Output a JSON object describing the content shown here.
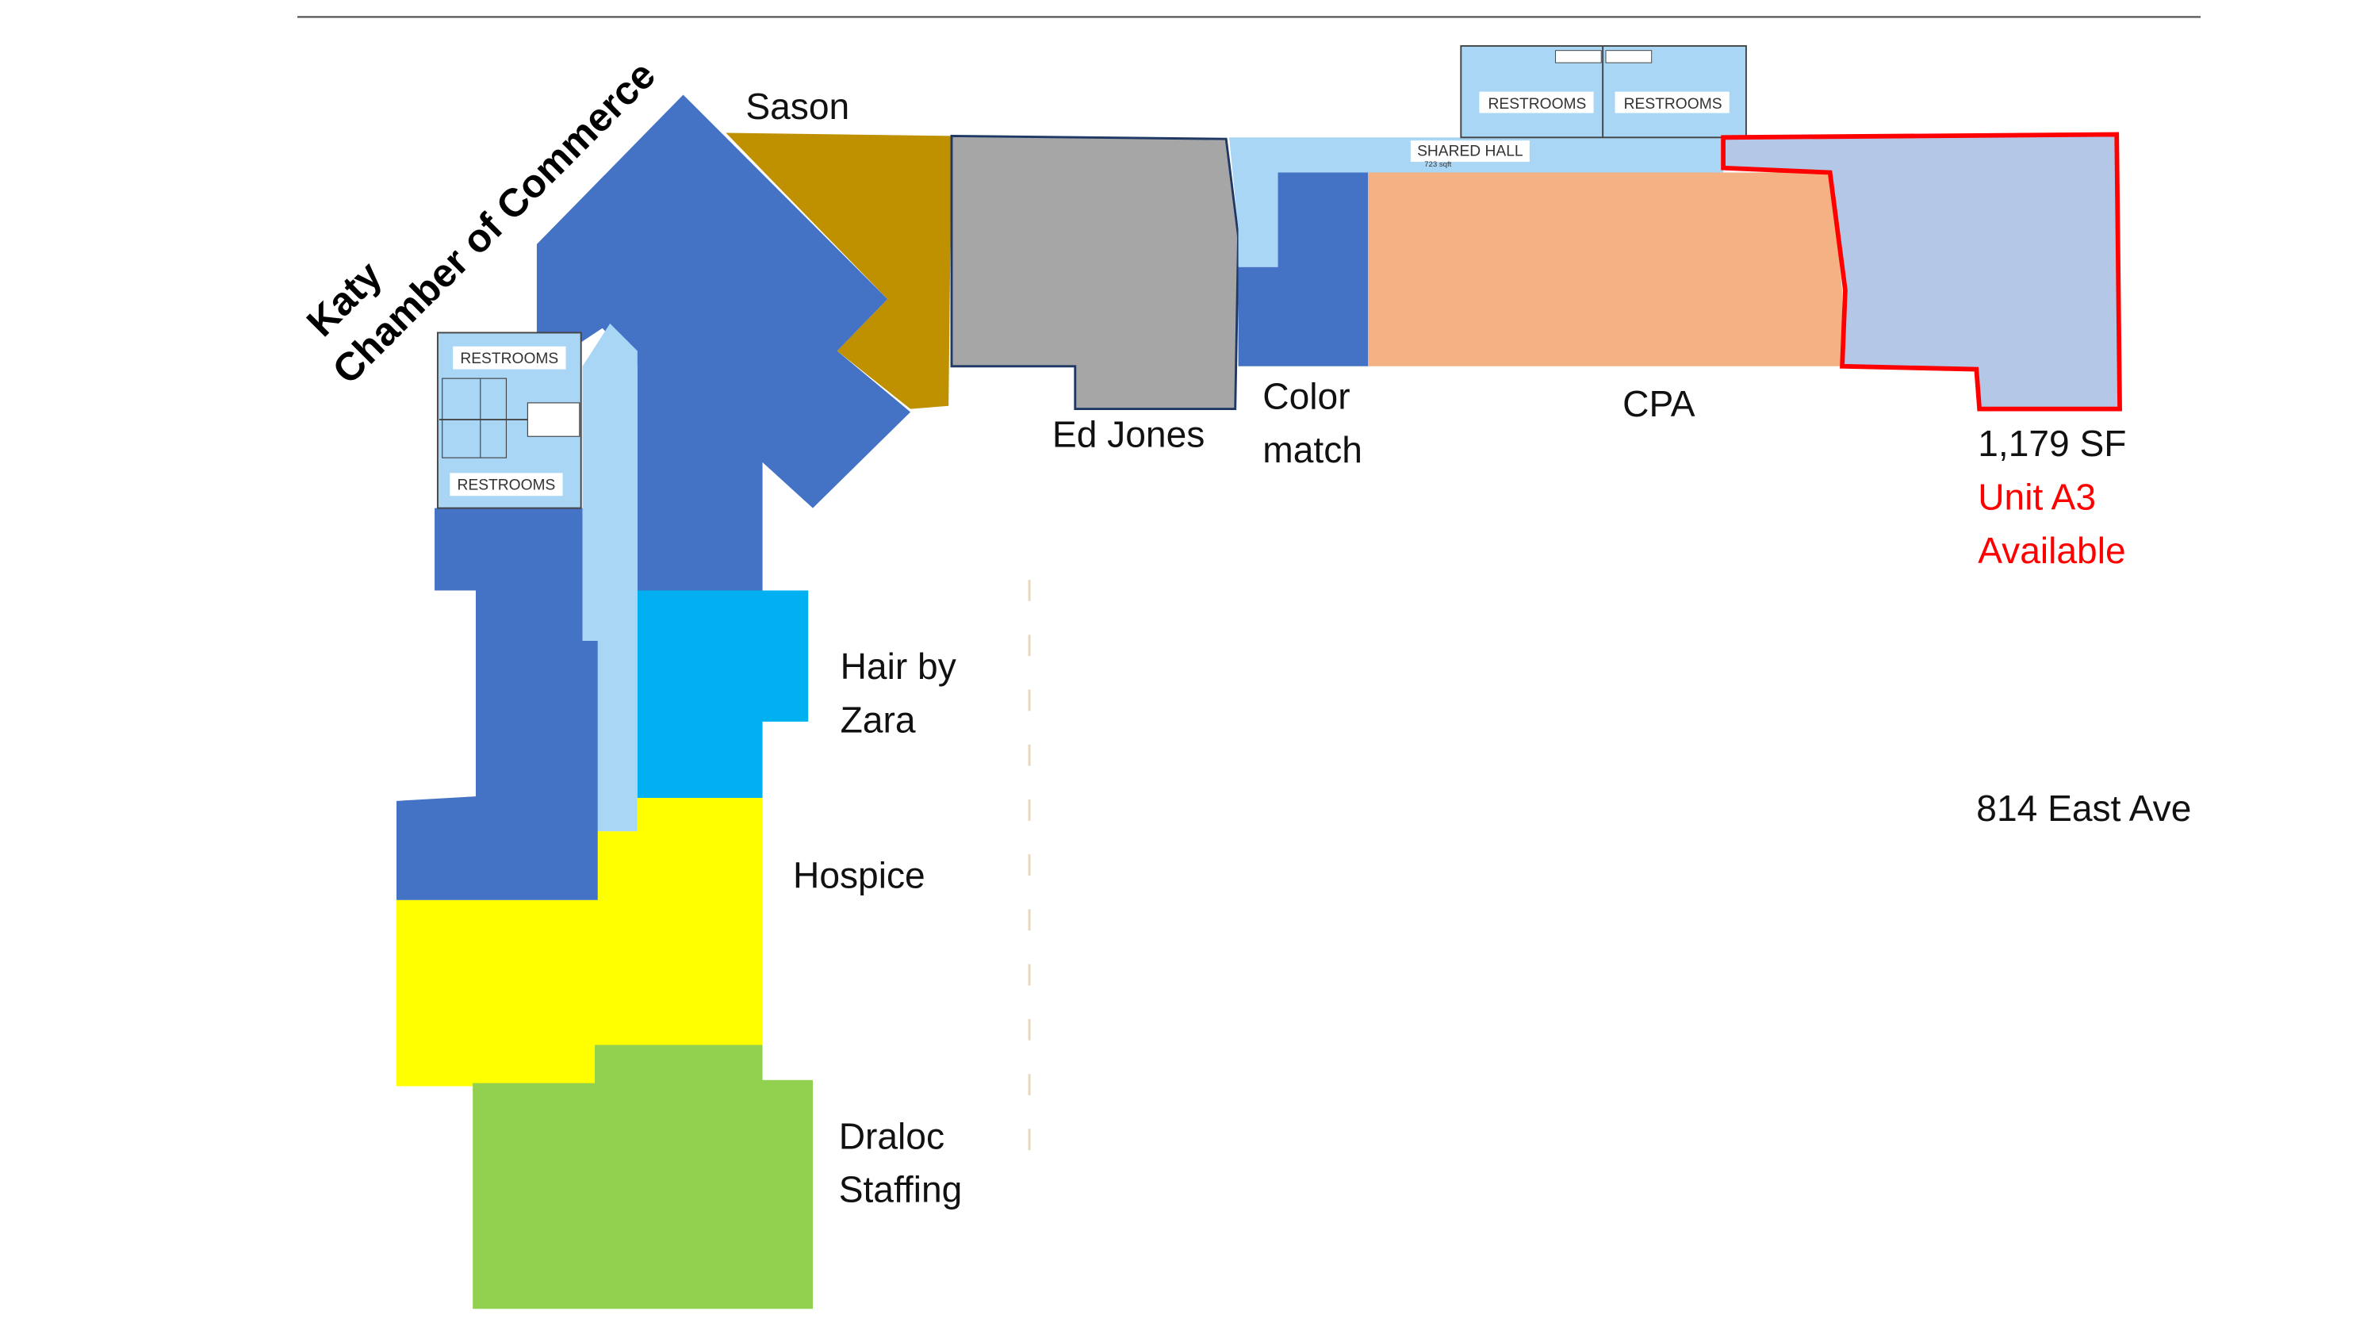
{
  "plan": {
    "address": "814 East Ave",
    "available_unit": {
      "area": "1,179 SF",
      "unit": "Unit A3",
      "status": "Available"
    },
    "tenants": {
      "katy_line1": "Katy",
      "katy_line2": "Chamber of Commerce",
      "sason": "Sason",
      "ed_jones": "Ed Jones",
      "color_line1": "Color",
      "color_line2": "match",
      "cpa": "CPA",
      "hair_line1": "Hair by",
      "hair_line2": "Zara",
      "hospice": "Hospice",
      "draloc_line1": "Draloc",
      "draloc_line2": "Staffing"
    },
    "common": {
      "restrooms": "RESTROOMS",
      "shared_hall": "SHARED HALL",
      "shared_hall_area": "723 sqft"
    },
    "colors": {
      "katy": "#4472C4",
      "sason": "#BF9000",
      "ed_jones": "#A6A6A6",
      "color_match": "#4472C4",
      "cpa": "#F4B183",
      "unit_a3": "#B4C7E7",
      "hair": "#00B0F0",
      "hospice": "#FFFF00",
      "draloc": "#92D050",
      "common": "#A9D6F5",
      "available": "#FF0000"
    }
  }
}
